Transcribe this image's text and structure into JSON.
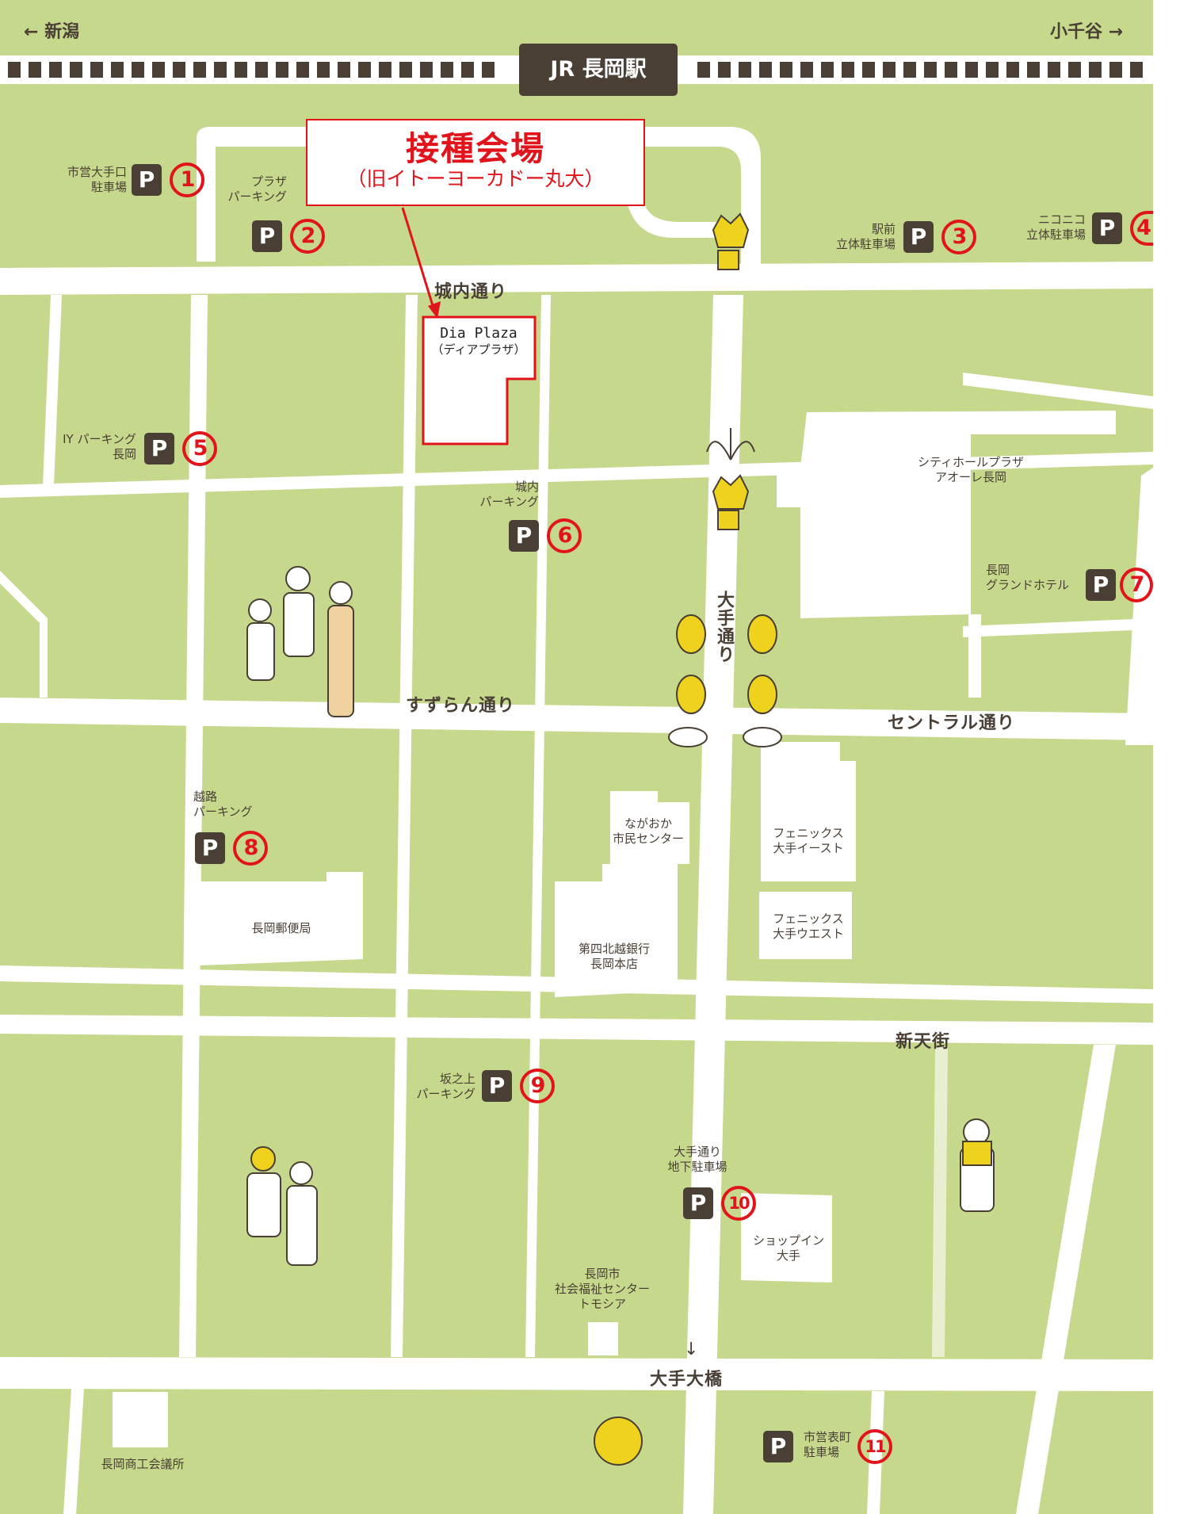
{
  "edges": {
    "left": "← 新潟",
    "right": "小千谷 →"
  },
  "station": "JR 長岡駅",
  "venue": {
    "title": "接種会場",
    "subtitle": "（旧イトーヨーカドー丸大）"
  },
  "building": {
    "name": "Dia Plaza",
    "kana": "（ディアプラザ）"
  },
  "streets": {
    "jonai": "城内通り",
    "suzuran": "すずらん通り",
    "central": "セントラル通り",
    "shintengai": "新天街",
    "ohte_dori": "大手通り",
    "ohte_ohashi": "大手大橋",
    "south_arrow": "↓"
  },
  "parkings": [
    {
      "num": "1",
      "line1": "市営大手口",
      "line2": "駐車場"
    },
    {
      "num": "2",
      "line1": "プラザ",
      "line2": "パーキング"
    },
    {
      "num": "3",
      "line1": "駅前",
      "line2": "立体駐車場"
    },
    {
      "num": "4",
      "line1": "ニコニコ",
      "line2": "立体駐車場"
    },
    {
      "num": "5",
      "line1": "IY パーキング",
      "line2": "長岡"
    },
    {
      "num": "6",
      "line1": "城内",
      "line2": "パーキング"
    },
    {
      "num": "7",
      "line1": "長岡",
      "line2": "グランドホテル"
    },
    {
      "num": "8",
      "line1": "越路",
      "line2": "パーキング"
    },
    {
      "num": "9",
      "line1": "坂之上",
      "line2": "パーキング"
    },
    {
      "num": "10",
      "line1": "大手通り",
      "line2": "地下駐車場"
    },
    {
      "num": "11",
      "line1": "市営表町",
      "line2": "駐車場"
    }
  ],
  "parking_symbol": "P",
  "landmarks": {
    "city_hall": {
      "line1": "シティホールプラザ",
      "line2": "アオーレ長岡"
    },
    "post_office": "長岡郵便局",
    "civic_center": {
      "line1": "ながおか",
      "line2": "市民センター"
    },
    "phoenix_east": {
      "line1": "フェニックス",
      "line2": "大手イースト"
    },
    "phoenix_west": {
      "line1": "フェニックス",
      "line2": "大手ウエスト"
    },
    "bank": {
      "line1": "第四北越銀行",
      "line2": "長岡本店"
    },
    "shopin": {
      "line1": "ショップイン",
      "line2": "大手"
    },
    "welfare": {
      "line1": "長岡市",
      "line2": "社会福祉センター",
      "line3": "トモシア"
    },
    "chamber": "長岡商工会議所"
  },
  "colors": {
    "ground": "#c6d88c",
    "road": "#ffffff",
    "ink": "#4a3f35",
    "accent": "#e1141c",
    "tree": "#efd21e"
  }
}
